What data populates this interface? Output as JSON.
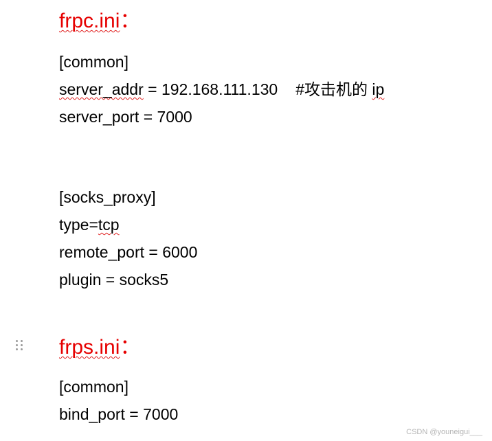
{
  "frpc": {
    "filename": "frpc.ini",
    "colon": "：",
    "common": {
      "section": "[common]",
      "server_addr_key": "server_addr",
      "server_addr_value": " = 192.168.111.130",
      "server_addr_comment_prefix": "#攻击机的 ",
      "server_addr_comment_ip": "ip",
      "server_port": "server_port = 7000"
    },
    "socks_proxy": {
      "section": "[socks_proxy]",
      "type_prefix": "type=",
      "type_value": "tcp",
      "remote_port": "remote_port = 6000",
      "plugin": "plugin = socks5"
    }
  },
  "frps": {
    "filename": "frps.ini",
    "colon": "：",
    "common": {
      "section": "[common]",
      "bind_port": "bind_port = 7000"
    }
  },
  "watermark": "CSDN @youneigui___",
  "colors": {
    "heading": "#e60000",
    "spellcheck": "#e02020",
    "text": "#000000"
  }
}
